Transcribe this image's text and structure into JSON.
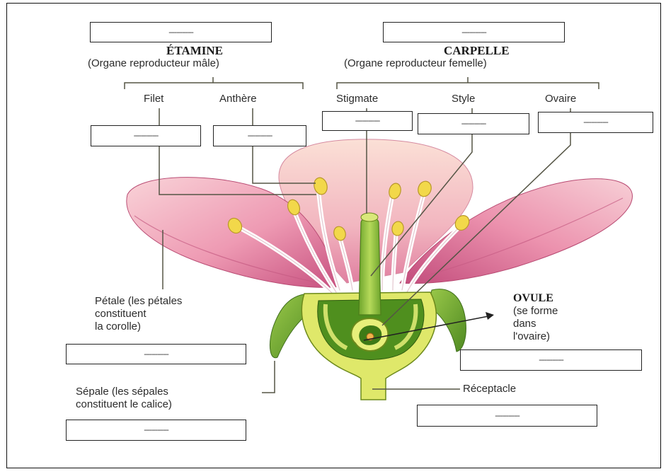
{
  "etamine": {
    "title": "ÉTAMINE",
    "subtitle": "(Organe reproducteur mâle)",
    "parts": [
      "Filet",
      "Anthère"
    ]
  },
  "carpelle": {
    "title": "CARPELLE",
    "subtitle": "(Organe reproducteur femelle)",
    "parts": [
      "Stigmate",
      "Style",
      "Ovaire"
    ]
  },
  "labels": {
    "petale": "Pétale (les pétales\nconstituent\nla corolle)",
    "sepale": "Sépale (les sépales\nconstituent le calice)",
    "receptacle": "Réceptacle",
    "ovule_title": "OVULE",
    "ovule_desc": "(se forme\ndans\nl'ovaire)"
  },
  "answer_placeholder": "-------------",
  "colors": {
    "petal_light": "#f6c9cf",
    "petal_pink": "#e98aa6",
    "petal_deep": "#c54f7e",
    "sepal_green": "#7db33b",
    "receptacle_yellow": "#dfe86a",
    "pistil_green": "#8fbf3c",
    "anther_yellow": "#f2d84a",
    "filament": "#f3e6ea",
    "leader_line": "#6b6b55"
  }
}
